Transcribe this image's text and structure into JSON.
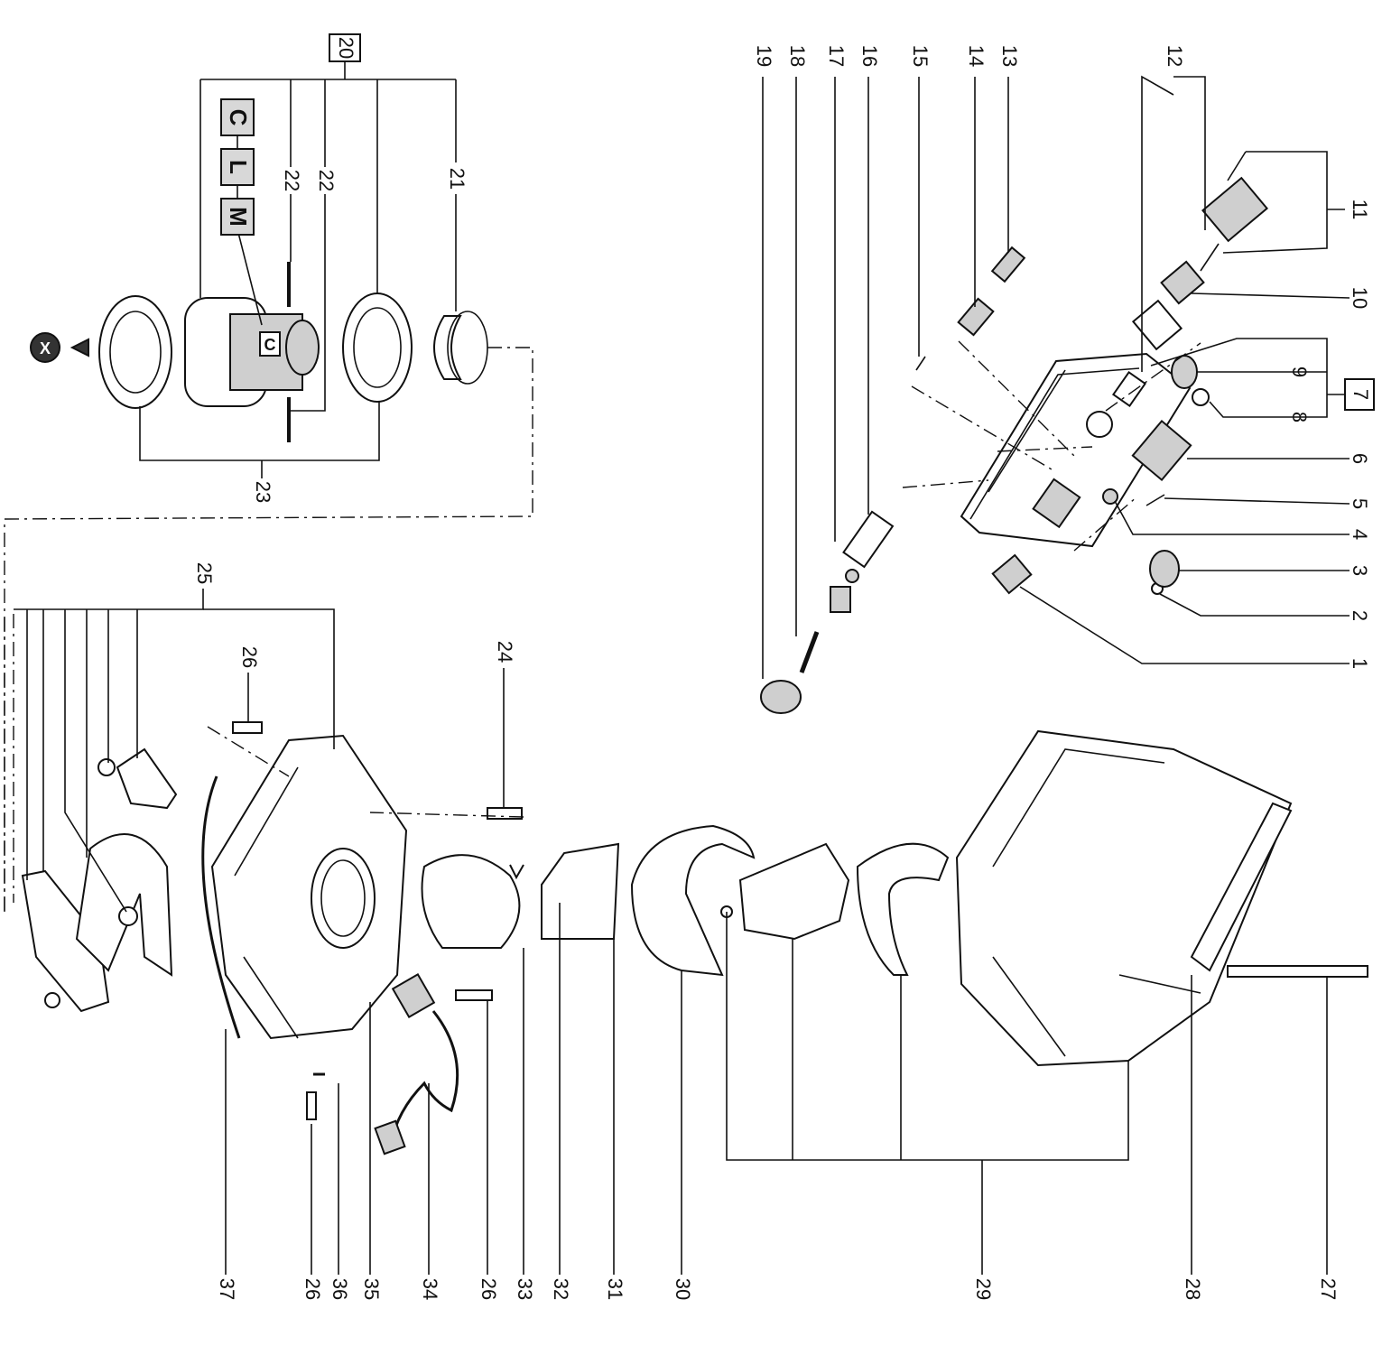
{
  "diagram": {
    "title": "",
    "callouts": {
      "n1": "1",
      "n2": "2",
      "n3": "3",
      "n4": "4",
      "n5": "5",
      "n6": "6",
      "n7": "7",
      "n8": "8",
      "n9": "9",
      "n10": "10",
      "n11": "11",
      "n12": "12",
      "n13": "13",
      "n14": "14",
      "n15": "15",
      "n16": "16",
      "n17": "17",
      "n18": "18",
      "n19": "19",
      "n20": "20",
      "n21": "21",
      "n22a": "22",
      "n22b": "22",
      "n23": "23",
      "n24": "24",
      "n25": "25",
      "n26a": "26",
      "n26b": "26",
      "n26c": "26",
      "n27": "27",
      "n28": "28",
      "n29": "29",
      "n30": "30",
      "n31": "31",
      "n32": "32",
      "n33": "33",
      "n34": "34",
      "n35": "35",
      "n36": "36",
      "n37": "37"
    },
    "variant_boxes": {
      "c": "C",
      "l": "L",
      "m": "M"
    },
    "motor_marker": {
      "label": "C"
    },
    "x_marker": {
      "label": "X"
    }
  }
}
